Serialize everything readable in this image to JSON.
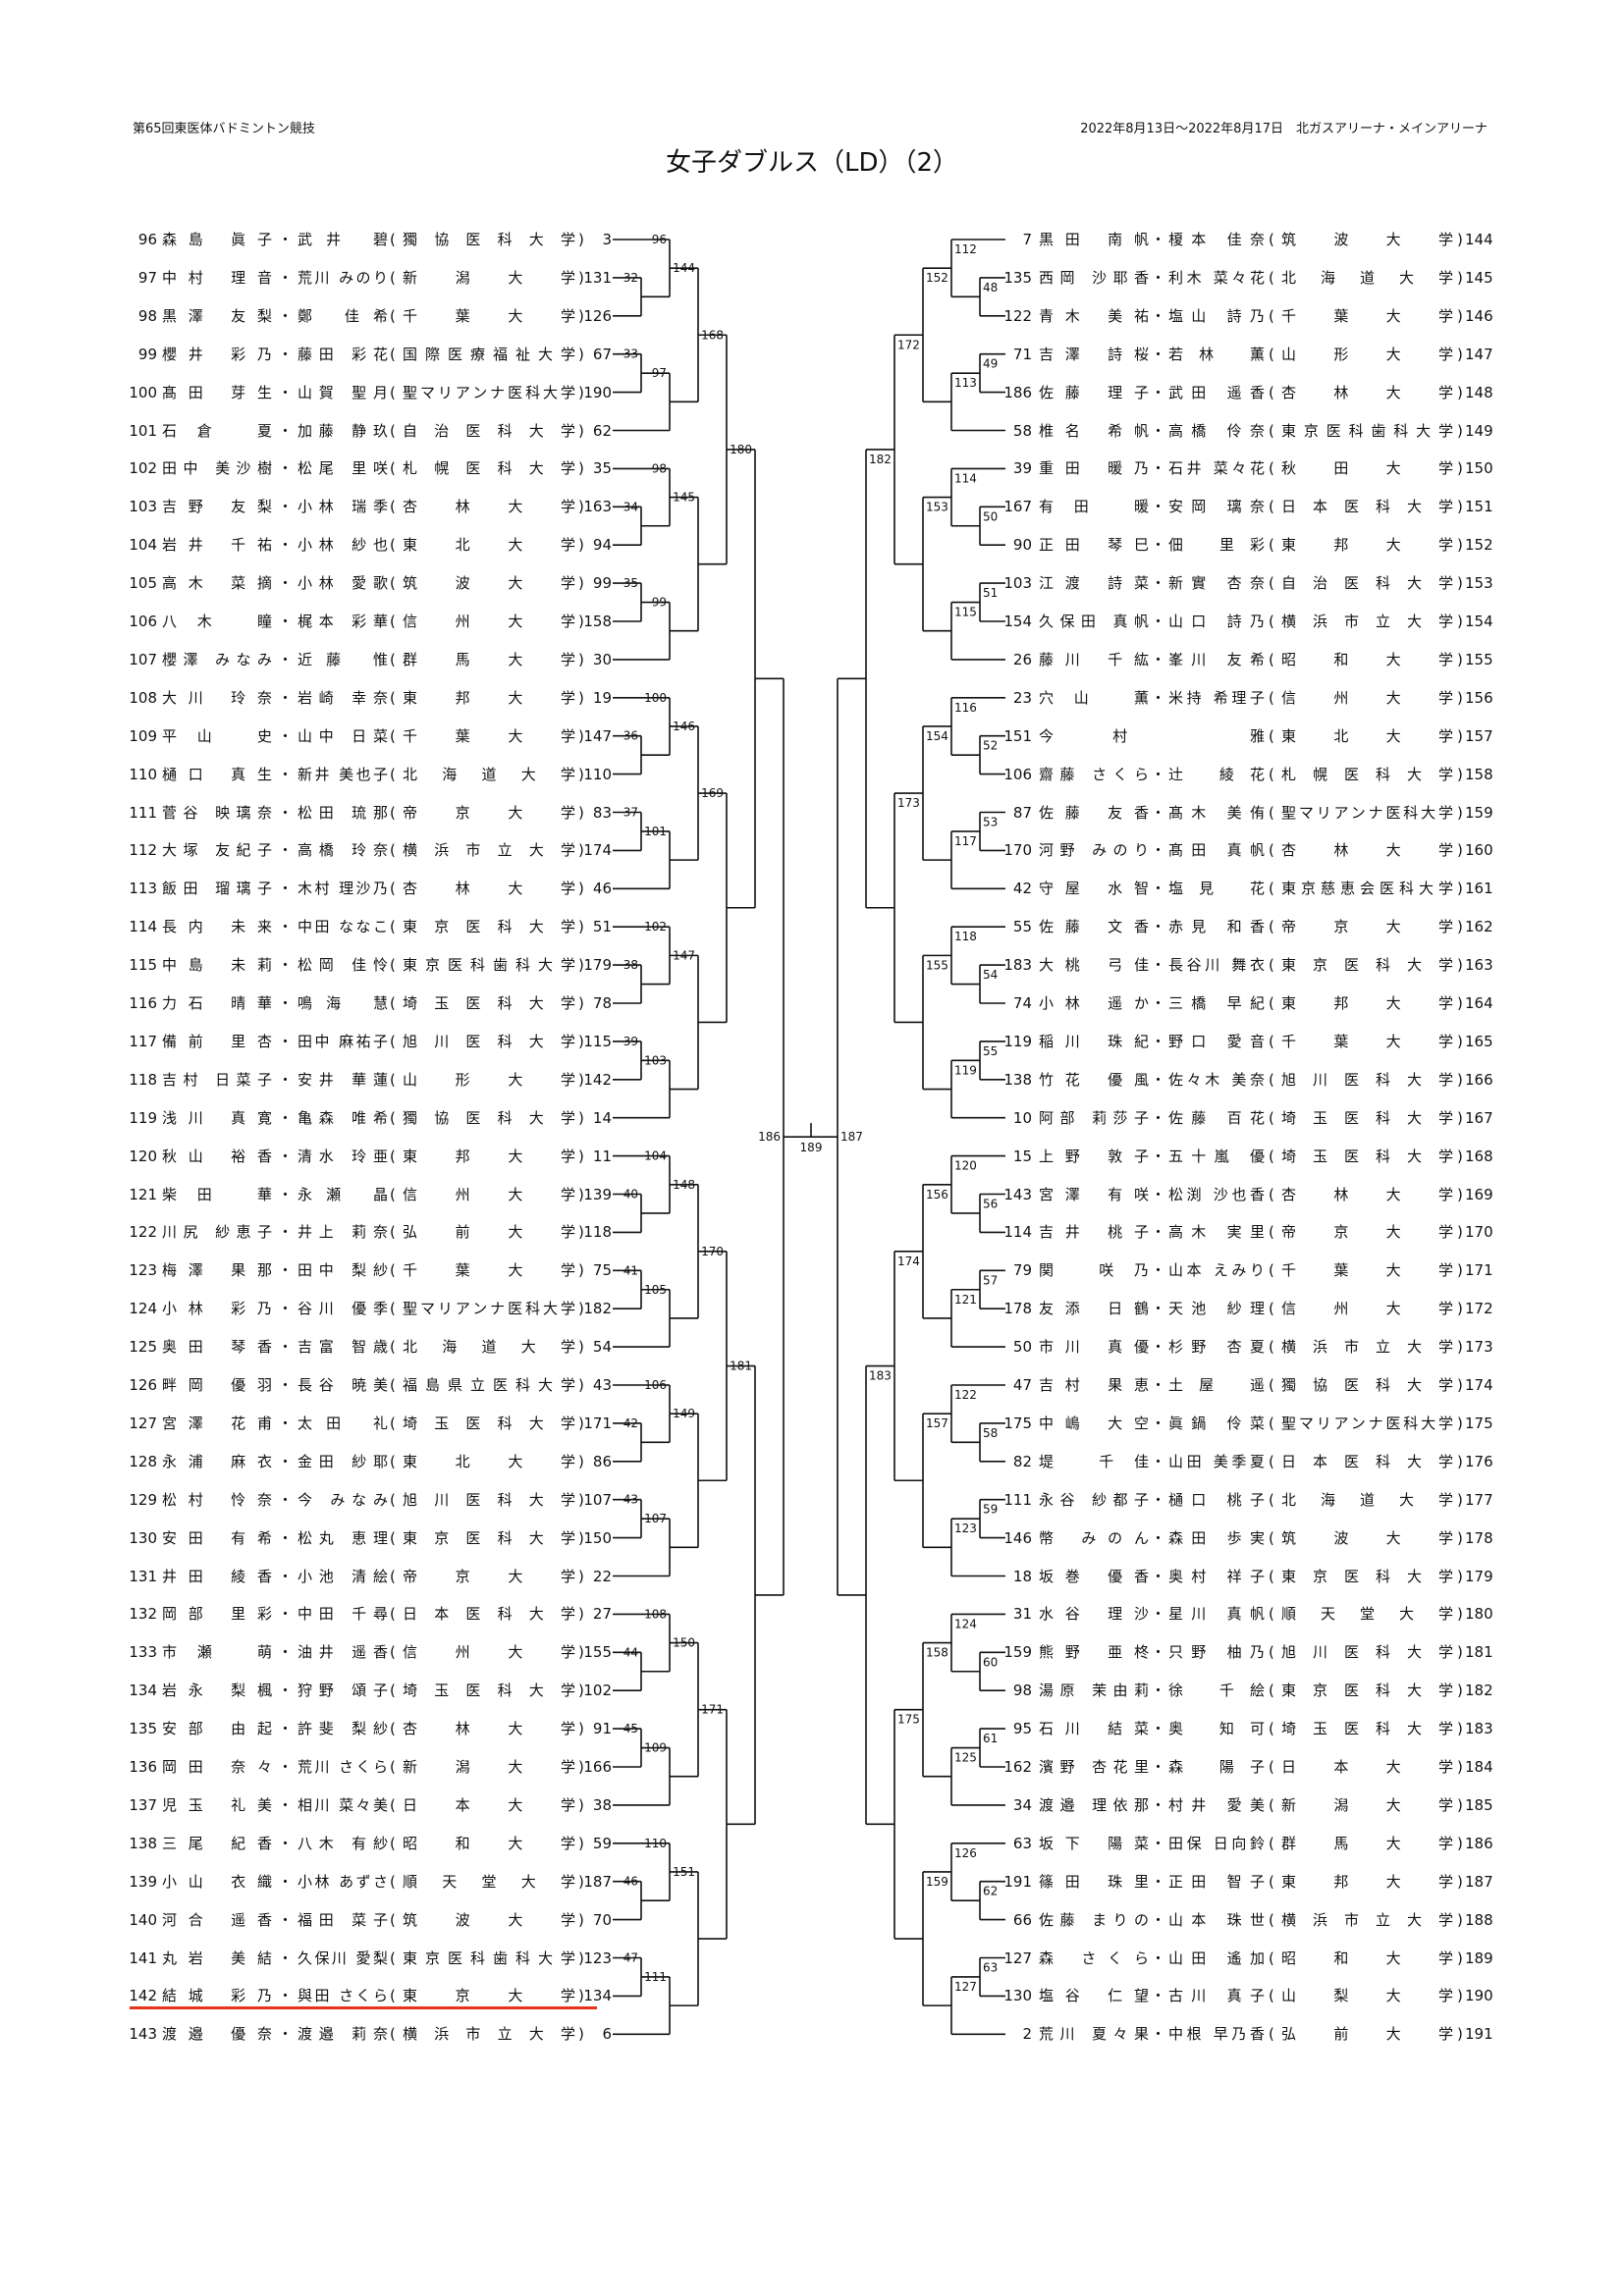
{
  "header": {
    "event": "第65回東医体バドミントン競技",
    "dates_venue": "2022年8月13日～2022年8月17日　北ガスアリーナ・メインアリーナ",
    "title": "女子ダブルス（LD）（2）"
  },
  "highlight_color": "#e8341c",
  "left": {
    "entries": [
      {
        "num": "96",
        "p1": "森島 眞子",
        "p2": "武井 碧",
        "univ": "獨協医科大学",
        "seed": "3"
      },
      {
        "num": "97",
        "p1": "中村 理音",
        "p2": "荒川 みのり",
        "univ": "新潟大学",
        "seed": "131"
      },
      {
        "num": "98",
        "p1": "黒澤 友梨",
        "p2": "鄭 佳希",
        "univ": "千葉大学",
        "seed": "126"
      },
      {
        "num": "99",
        "p1": "櫻井 彩乃",
        "p2": "藤田 彩花",
        "univ": "国際医療福祉大学",
        "seed": "67"
      },
      {
        "num": "100",
        "p1": "髙田 芽生",
        "p2": "山賀 聖月",
        "univ": "聖マリアンナ医科大学",
        "seed": "190"
      },
      {
        "num": "101",
        "p1": "石倉 夏",
        "p2": "加藤 静玖",
        "univ": "自治医科大学",
        "seed": "62"
      },
      {
        "num": "102",
        "p1": "田中 美沙樹",
        "p2": "松尾 里咲",
        "univ": "札幌医科大学",
        "seed": "35"
      },
      {
        "num": "103",
        "p1": "吉野 友梨",
        "p2": "小林 瑞季",
        "univ": "杏林大学",
        "seed": "163"
      },
      {
        "num": "104",
        "p1": "岩井 千祐",
        "p2": "小林 紗也",
        "univ": "東北大学",
        "seed": "94"
      },
      {
        "num": "105",
        "p1": "高木 菜摘",
        "p2": "小林 愛歌",
        "univ": "筑波大学",
        "seed": "99"
      },
      {
        "num": "106",
        "p1": "八木 瞳",
        "p2": "梶本 彩華",
        "univ": "信州大学",
        "seed": "158"
      },
      {
        "num": "107",
        "p1": "櫻澤 みなみ",
        "p2": "近藤 惟",
        "univ": "群馬大学",
        "seed": "30"
      },
      {
        "num": "108",
        "p1": "大川 玲奈",
        "p2": "岩崎 幸奈",
        "univ": "東邦大学",
        "seed": "19"
      },
      {
        "num": "109",
        "p1": "平山 史",
        "p2": "山中 日菜",
        "univ": "千葉大学",
        "seed": "147"
      },
      {
        "num": "110",
        "p1": "樋口 真生",
        "p2": "新井 美也子",
        "univ": "北海道大学",
        "seed": "110"
      },
      {
        "num": "111",
        "p1": "菅谷 映璃奈",
        "p2": "松田 琉那",
        "univ": "帝京大学",
        "seed": "83"
      },
      {
        "num": "112",
        "p1": "大塚 友紀子",
        "p2": "高橋 玲奈",
        "univ": "横浜市立大学",
        "seed": "174"
      },
      {
        "num": "113",
        "p1": "飯田 瑠璃子",
        "p2": "木村 理沙乃",
        "univ": "杏林大学",
        "seed": "46"
      },
      {
        "num": "114",
        "p1": "長内 未来",
        "p2": "中田 ななこ",
        "univ": "東京医科大学",
        "seed": "51"
      },
      {
        "num": "115",
        "p1": "中島 未莉",
        "p2": "松岡 佳怜",
        "univ": "東京医科歯科大学",
        "seed": "179"
      },
      {
        "num": "116",
        "p1": "力石 晴華",
        "p2": "鳴海 慧",
        "univ": "埼玉医科大学",
        "seed": "78"
      },
      {
        "num": "117",
        "p1": "備前 里杏",
        "p2": "田中 麻祐子",
        "univ": "旭川医科大学",
        "seed": "115"
      },
      {
        "num": "118",
        "p1": "吉村 日菜子",
        "p2": "安井 華蓮",
        "univ": "山形大学",
        "seed": "142"
      },
      {
        "num": "119",
        "p1": "浅川 真寛",
        "p2": "亀森 唯希",
        "univ": "獨協医科大学",
        "seed": "14"
      },
      {
        "num": "120",
        "p1": "秋山 裕香",
        "p2": "清水 玲亜",
        "univ": "東邦大学",
        "seed": "11"
      },
      {
        "num": "121",
        "p1": "柴田 華",
        "p2": "永瀬 晶",
        "univ": "信州大学",
        "seed": "139"
      },
      {
        "num": "122",
        "p1": "川尻 紗恵子",
        "p2": "井上 莉奈",
        "univ": "弘前大学",
        "seed": "118"
      },
      {
        "num": "123",
        "p1": "梅澤 果那",
        "p2": "田中 梨紗",
        "univ": "千葉大学",
        "seed": "75"
      },
      {
        "num": "124",
        "p1": "小林 彩乃",
        "p2": "谷川 優季",
        "univ": "聖マリアンナ医科大学",
        "seed": "182"
      },
      {
        "num": "125",
        "p1": "奥田 琴香",
        "p2": "吉富 智歳",
        "univ": "北海道大学",
        "seed": "54"
      },
      {
        "num": "126",
        "p1": "畔岡 優羽",
        "p2": "長谷 暁美",
        "univ": "福島県立医科大学",
        "seed": "43"
      },
      {
        "num": "127",
        "p1": "宮澤 花甫",
        "p2": "太田 礼",
        "univ": "埼玉医科大学",
        "seed": "171"
      },
      {
        "num": "128",
        "p1": "永浦 麻衣",
        "p2": "金田 紗耶",
        "univ": "東北大学",
        "seed": "86"
      },
      {
        "num": "129",
        "p1": "松村 怜奈",
        "p2": "今 みなみ",
        "univ": "旭川医科大学",
        "seed": "107"
      },
      {
        "num": "130",
        "p1": "安田 有希",
        "p2": "松丸 恵理",
        "univ": "東京医科大学",
        "seed": "150"
      },
      {
        "num": "131",
        "p1": "井田 綾香",
        "p2": "小池 清絵",
        "univ": "帝京大学",
        "seed": "22"
      },
      {
        "num": "132",
        "p1": "岡部 里彩",
        "p2": "中田 千尋",
        "univ": "日本医科大学",
        "seed": "27"
      },
      {
        "num": "133",
        "p1": "市瀬 萌",
        "p2": "油井 遥香",
        "univ": "信州大学",
        "seed": "155"
      },
      {
        "num": "134",
        "p1": "岩永 梨楓",
        "p2": "狩野 頌子",
        "univ": "埼玉医科大学",
        "seed": "102"
      },
      {
        "num": "135",
        "p1": "安部 由起",
        "p2": "許斐 梨紗",
        "univ": "杏林大学",
        "seed": "91"
      },
      {
        "num": "136",
        "p1": "岡田 奈々",
        "p2": "荒川 さくら",
        "univ": "新潟大学",
        "seed": "166"
      },
      {
        "num": "137",
        "p1": "児玉 礼美",
        "p2": "相川 菜々美",
        "univ": "日本大学",
        "seed": "38"
      },
      {
        "num": "138",
        "p1": "三尾 紀香",
        "p2": "八木 有紗",
        "univ": "昭和大学",
        "seed": "59"
      },
      {
        "num": "139",
        "p1": "小山 衣織",
        "p2": "小林 あずさ",
        "univ": "順天堂大学",
        "seed": "187"
      },
      {
        "num": "140",
        "p1": "河合 遥香",
        "p2": "福田 菜子",
        "univ": "筑波大学",
        "seed": "70"
      },
      {
        "num": "141",
        "p1": "丸岩 美結",
        "p2": "久保川 愛梨",
        "univ": "東京医科歯科大学",
        "seed": "123"
      },
      {
        "num": "142",
        "p1": "結城 彩乃",
        "p2": "與田 さくら",
        "univ": "東京大学",
        "seed": "134"
      },
      {
        "num": "143",
        "p1": "渡邉 優奈",
        "p2": "渡邉 莉奈",
        "univ": "横浜市立大学",
        "seed": "6"
      }
    ],
    "rounds": {
      "r1": [
        "32",
        "33",
        "34",
        "35",
        "36",
        "37",
        "38",
        "39",
        "40",
        "41",
        "42",
        "43",
        "44",
        "45",
        "46",
        "47"
      ],
      "r2": [
        "96",
        "97",
        "98",
        "99",
        "100",
        "101",
        "102",
        "103",
        "104",
        "105",
        "106",
        "107",
        "108",
        "109",
        "110",
        "111"
      ],
      "r3": [
        "144",
        "145",
        "146",
        "147",
        "148",
        "149",
        "150",
        "151"
      ],
      "r4": [
        "168",
        "169",
        "170",
        "171"
      ],
      "r5": [
        "180",
        "181"
      ],
      "r6": [
        "186"
      ]
    }
  },
  "right": {
    "entries": [
      {
        "num": "144",
        "p1": "黒田 南帆",
        "p2": "榎本 佳奈",
        "univ": "筑波大学",
        "seed": "7"
      },
      {
        "num": "145",
        "p1": "西岡 沙耶香",
        "p2": "利木 菜々花",
        "univ": "北海道大学",
        "seed": "135"
      },
      {
        "num": "146",
        "p1": "青木 美祐",
        "p2": "塩山 詩乃",
        "univ": "千葉大学",
        "seed": "122"
      },
      {
        "num": "147",
        "p1": "吉澤 詩桜",
        "p2": "若林 薫",
        "univ": "山形大学",
        "seed": "71"
      },
      {
        "num": "148",
        "p1": "佐藤 理子",
        "p2": "武田 遥香",
        "univ": "杏林大学",
        "seed": "186"
      },
      {
        "num": "149",
        "p1": "椎名 希帆",
        "p2": "高橋 伶奈",
        "univ": "東京医科歯科大学",
        "seed": "58"
      },
      {
        "num": "150",
        "p1": "重田 暖乃",
        "p2": "石井 菜々花",
        "univ": "秋田大学",
        "seed": "39"
      },
      {
        "num": "151",
        "p1": "有田 暖",
        "p2": "安岡 璃奈",
        "univ": "日本医科大学",
        "seed": "167"
      },
      {
        "num": "152",
        "p1": "正田 琴巳",
        "p2": "佃 里彩",
        "univ": "東邦大学",
        "seed": "90"
      },
      {
        "num": "153",
        "p1": "江渡 詩菜",
        "p2": "新實 杏奈",
        "univ": "自治医科大学",
        "seed": "103"
      },
      {
        "num": "154",
        "p1": "久保田 真帆",
        "p2": "山口 詩乃",
        "univ": "横浜市立大学",
        "seed": "154"
      },
      {
        "num": "155",
        "p1": "藤川 千紘",
        "p2": "峯川 友希",
        "univ": "昭和大学",
        "seed": "26"
      },
      {
        "num": "156",
        "p1": "穴山 薫",
        "p2": "米持 希理子",
        "univ": "信州大学",
        "seed": "23"
      },
      {
        "num": "157",
        "p1": "今村 雅",
        "p2": "",
        "univ": "東北大学",
        "seed": "151"
      },
      {
        "num": "158",
        "p1": "齋藤 さくら",
        "p2": "辻 綾花",
        "univ": "札幌医科大学",
        "seed": "106"
      },
      {
        "num": "159",
        "p1": "佐藤 友香",
        "p2": "髙木 美侑",
        "univ": "聖マリアンナ医科大学",
        "seed": "87"
      },
      {
        "num": "160",
        "p1": "河野 みのり",
        "p2": "髙田 真帆",
        "univ": "杏林大学",
        "seed": "170"
      },
      {
        "num": "161",
        "p1": "守屋 水智",
        "p2": "塩見 花",
        "univ": "東京慈恵会医科大学",
        "seed": "42"
      },
      {
        "num": "162",
        "p1": "佐藤 文香",
        "p2": "赤見 和香",
        "univ": "帝京大学",
        "seed": "55"
      },
      {
        "num": "163",
        "p1": "大桃 弓佳",
        "p2": "長谷川 舞衣",
        "univ": "東京医科大学",
        "seed": "183"
      },
      {
        "num": "164",
        "p1": "小林 遥か",
        "p2": "三橋 早紀",
        "univ": "東邦大学",
        "seed": "74"
      },
      {
        "num": "165",
        "p1": "稲川 珠紀",
        "p2": "野口 愛音",
        "univ": "千葉大学",
        "seed": "119"
      },
      {
        "num": "166",
        "p1": "竹花 優風",
        "p2": "佐々木 美奈",
        "univ": "旭川医科大学",
        "seed": "138"
      },
      {
        "num": "167",
        "p1": "阿部 莉莎子",
        "p2": "佐藤 百花",
        "univ": "埼玉医科大学",
        "seed": "10"
      },
      {
        "num": "168",
        "p1": "上野 敦子",
        "p2": "五十嵐 優",
        "univ": "埼玉医科大学",
        "seed": "15"
      },
      {
        "num": "169",
        "p1": "宮澤 有咲",
        "p2": "松渕 沙也香",
        "univ": "杏林大学",
        "seed": "143"
      },
      {
        "num": "170",
        "p1": "吉井 桃子",
        "p2": "高木 実里",
        "univ": "帝京大学",
        "seed": "114"
      },
      {
        "num": "171",
        "p1": "関 咲乃",
        "p2": "山本 えみり",
        "univ": "千葉大学",
        "seed": "79"
      },
      {
        "num": "172",
        "p1": "友添 日鶴",
        "p2": "天池 紗理",
        "univ": "信州大学",
        "seed": "178"
      },
      {
        "num": "173",
        "p1": "市川 真優",
        "p2": "杉野 杏夏",
        "univ": "横浜市立大学",
        "seed": "50"
      },
      {
        "num": "174",
        "p1": "吉村 果恵",
        "p2": "土屋 遥",
        "univ": "獨協医科大学",
        "seed": "47"
      },
      {
        "num": "175",
        "p1": "中嶋 大空",
        "p2": "眞鍋 伶菜",
        "univ": "聖マリアンナ医科大学",
        "seed": "175"
      },
      {
        "num": "176",
        "p1": "堤 千佳",
        "p2": "山田 美季夏",
        "univ": "日本医科大学",
        "seed": "82"
      },
      {
        "num": "177",
        "p1": "永谷 紗都子",
        "p2": "樋口 桃子",
        "univ": "北海道大学",
        "seed": "111"
      },
      {
        "num": "178",
        "p1": "幣 みのん",
        "p2": "森田 歩実",
        "univ": "筑波大学",
        "seed": "146"
      },
      {
        "num": "179",
        "p1": "坂巻 優香",
        "p2": "奥村 祥子",
        "univ": "東京医科大学",
        "seed": "18"
      },
      {
        "num": "180",
        "p1": "水谷 理沙",
        "p2": "星川 真帆",
        "univ": "順天堂大学",
        "seed": "31"
      },
      {
        "num": "181",
        "p1": "熊野 亜柊",
        "p2": "只野 柚乃",
        "univ": "旭川医科大学",
        "seed": "159"
      },
      {
        "num": "182",
        "p1": "湯原 茉由莉",
        "p2": "徐 千絵",
        "univ": "東京医科大学",
        "seed": "98"
      },
      {
        "num": "183",
        "p1": "石川 結菜",
        "p2": "奥 知可",
        "univ": "埼玉医科大学",
        "seed": "95"
      },
      {
        "num": "184",
        "p1": "濱野 杏花里",
        "p2": "森 陽子",
        "univ": "日本大学",
        "seed": "162"
      },
      {
        "num": "185",
        "p1": "渡邉 理依那",
        "p2": "村井 愛美",
        "univ": "新潟大学",
        "seed": "34"
      },
      {
        "num": "186",
        "p1": "坂下 陽菜",
        "p2": "田保 日向鈴",
        "univ": "群馬大学",
        "seed": "63"
      },
      {
        "num": "187",
        "p1": "篠田 珠里",
        "p2": "正田 智子",
        "univ": "東邦大学",
        "seed": "191"
      },
      {
        "num": "188",
        "p1": "佐藤 まりの",
        "p2": "山本 珠世",
        "univ": "横浜市立大学",
        "seed": "66"
      },
      {
        "num": "189",
        "p1": "森 さくら",
        "p2": "山田 遙加",
        "univ": "昭和大学",
        "seed": "127"
      },
      {
        "num": "190",
        "p1": "塩谷 仁望",
        "p2": "古川 真子",
        "univ": "山梨大学",
        "seed": "130"
      },
      {
        "num": "191",
        "p1": "荒川 夏々果",
        "p2": "中根 早乃香",
        "univ": "弘前大学",
        "seed": "2"
      }
    ],
    "rounds": {
      "r1": [
        "48",
        "49",
        "50",
        "51",
        "52",
        "53",
        "54",
        "55",
        "56",
        "57",
        "58",
        "59",
        "60",
        "61",
        "62",
        "63"
      ],
      "r2": [
        "112",
        "113",
        "114",
        "115",
        "116",
        "117",
        "118",
        "119",
        "120",
        "121",
        "122",
        "123",
        "124",
        "125",
        "126",
        "127"
      ],
      "r3": [
        "152",
        "153",
        "154",
        "155",
        "156",
        "157",
        "158",
        "159"
      ],
      "r4": [
        "172",
        "173",
        "174",
        "175"
      ],
      "r5": [
        "182",
        "183"
      ],
      "r6": [
        "187"
      ]
    }
  },
  "final": {
    "label": "189"
  },
  "punct": {
    "dot": "・",
    "open": "(",
    "close": ")"
  }
}
